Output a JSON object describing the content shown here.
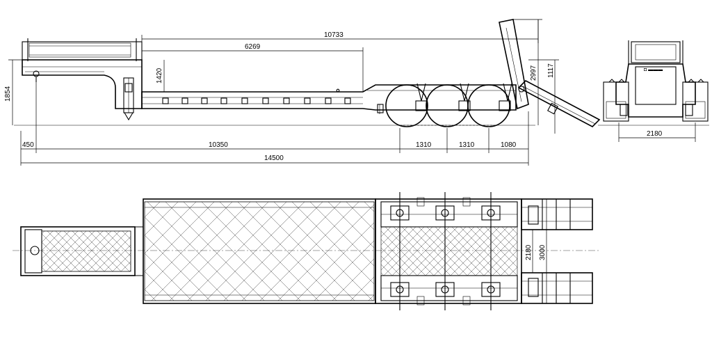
{
  "dimensions": {
    "overall_length": "14500",
    "deck_length": "10350",
    "front_overhang": "450",
    "axle_spacing_1": "1310",
    "axle_spacing_2": "1310",
    "rear_overhang": "1080",
    "gooseneck_to_ramp": "10733",
    "deck_to_axle": "6269",
    "gooseneck_height": "1420",
    "front_height": "1854",
    "ramp_height": "2997",
    "rear_deck_height": "1117",
    "rear_view_track": "2180",
    "plan_inner_width": "2180",
    "plan_overall_width": "3000"
  },
  "rear_view": {
    "badge": "◘ ▬▬▬"
  }
}
